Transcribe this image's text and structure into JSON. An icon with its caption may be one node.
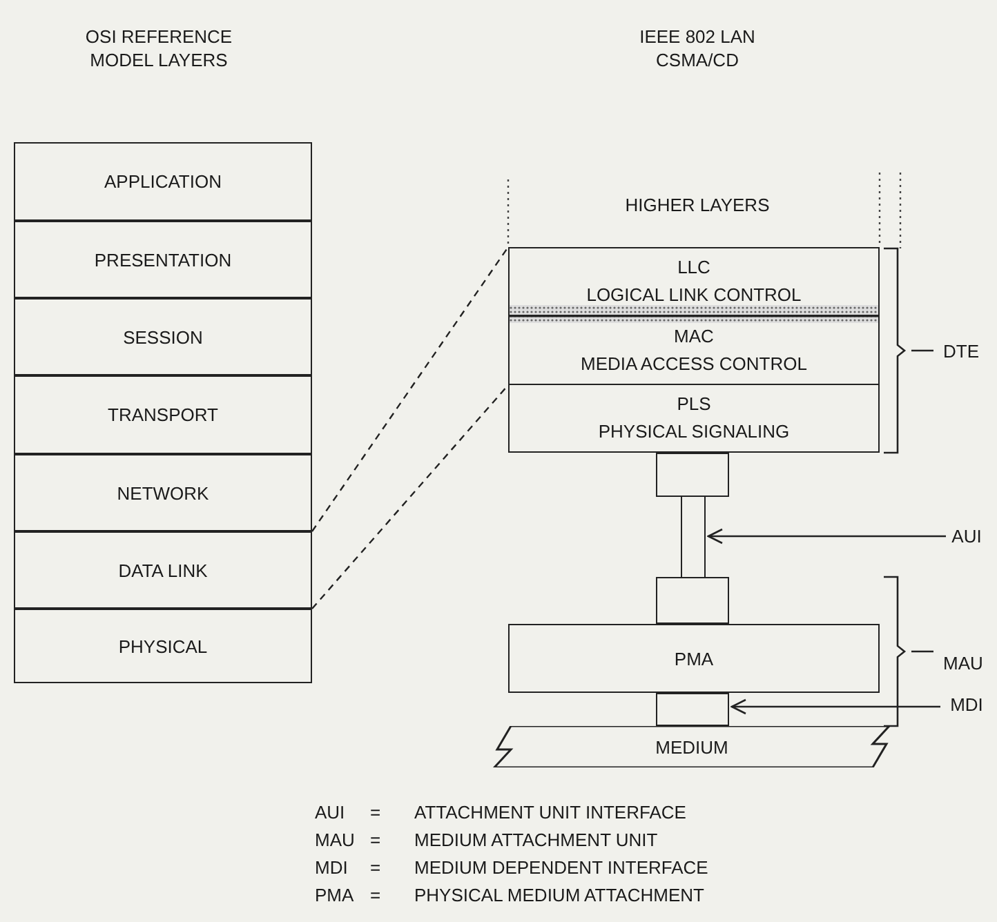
{
  "diagram": {
    "nodes": [
      {
        "text": [
          "APPLICATION"
        ]
      },
      {
        "text": [
          "PRESENTATION"
        ]
      },
      {
        "text": [
          "SESSION"
        ]
      },
      {
        "text": [
          "TRANSPORT"
        ]
      },
      {
        "text": [
          "NETWORK"
        ]
      },
      {
        "text": [
          "DATA LINK"
        ]
      },
      {
        "text": [
          "PHYSICAL"
        ]
      },
      {
        "text": [
          "LLC",
          "LOGICAL LINK CONTROL"
        ]
      },
      {
        "text": [
          "MAC",
          "MEDIA ACCESS CONTROL"
        ]
      },
      {
        "text": [
          "PLS",
          "PHYSICAL SIGNALING"
        ]
      },
      {
        "text": [],
        "shape": "box"
      },
      {
        "text": [],
        "shape": "bar"
      },
      {
        "text": [],
        "shape": "box"
      },
      {
        "text": [
          "PMA"
        ]
      },
      {
        "text": [],
        "shape": "box"
      },
      {
        "text": [
          "MEDIUM"
        ]
      },
      {
        "text": [
          "AUI"
        ]
      },
      {
        "text": [
          "MDI"
        ]
      }
    ],
    "edges": [
      {
        "from": 5,
        "to": 7,
        "arrow": "none",
        "style": "dashed"
      },
      {
        "from": 5,
        "to": 8,
        "arrow": "none",
        "style": "dashed"
      },
      {
        "from": 16,
        "to": 11,
        "arrow": "to"
      },
      {
        "from": 17,
        "to": 14,
        "arrow": "to"
      }
    ],
    "labels": [
      "OSI REFERENCE MODEL LAYERS",
      "IEEE 802 LAN CSMA/CD",
      "HIGHER LAYERS",
      "DTE",
      "MAU",
      "AUI",
      "=",
      "ATTACHMENT UNIT INTERFACE",
      "MAU",
      "=",
      "MEDIUM ATTACHMENT UNIT",
      "MDI",
      "=",
      "MEDIUM DEPENDENT INTERFACE",
      "PMA",
      "=",
      "PHYSICAL MEDIUM ATTACHMENT"
    ]
  }
}
